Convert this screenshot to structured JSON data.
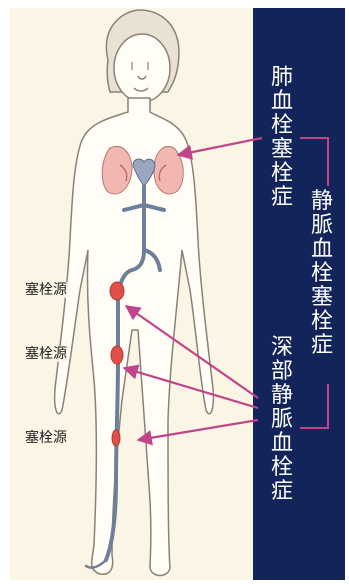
{
  "labels": {
    "pulmonary_embolism": "肺血栓塞栓症",
    "venous_thromboembolism": "静脈血栓塞栓症",
    "deep_vein_thrombosis": "深部静脈血栓症",
    "embolic_source": [
      "塞栓源",
      "塞栓源",
      "塞栓源"
    ]
  },
  "colors": {
    "panel": "#12245a",
    "arrow": "#c0448a",
    "thrombus": "#e0504a",
    "lung": "#f1b7b0",
    "vein": "#6f7f99",
    "skin": "#fbf5e6",
    "outline": "#8a8178"
  }
}
